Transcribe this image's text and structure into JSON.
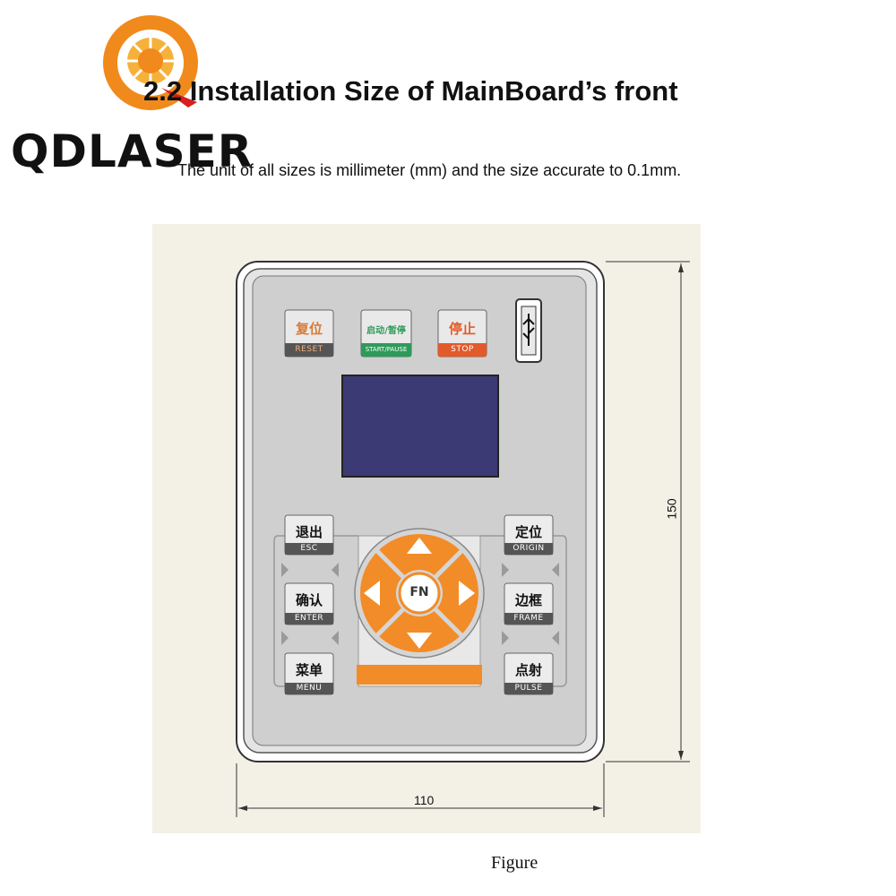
{
  "heading": "2.2 Installation Size of MainBoard’s front",
  "subheading": "The unit of all sizes is millimeter (mm) and the size accurate to 0.1mm.",
  "logo": {
    "brand": "QDLASER",
    "accent": "#f08a1c",
    "icon": "sun-logo-icon"
  },
  "panel": {
    "top_keys": [
      {
        "main": "复位",
        "sub": "RESET",
        "color": "#d87a36"
      },
      {
        "main": "启动/暂停",
        "sub": "START/PAUSE",
        "color": "#2e9a5a"
      },
      {
        "main": "停止",
        "sub": "STOP",
        "color": "#e25a2a"
      }
    ],
    "left_keys": [
      {
        "main": "退出",
        "sub": "ESC"
      },
      {
        "main": "确认",
        "sub": "ENTER"
      },
      {
        "main": "菜单",
        "sub": "MENU"
      }
    ],
    "right_keys": [
      {
        "main": "定位",
        "sub": "ORIGIN"
      },
      {
        "main": "边框",
        "sub": "FRAME"
      },
      {
        "main": "点射",
        "sub": "PULSE"
      }
    ],
    "center_key": "FN",
    "usb_icon": "usb-icon",
    "screen_color": "#3b3a74",
    "pad_color": "#f28c28"
  },
  "dimensions": {
    "width": "110",
    "height": "150"
  },
  "caption": "Figure"
}
